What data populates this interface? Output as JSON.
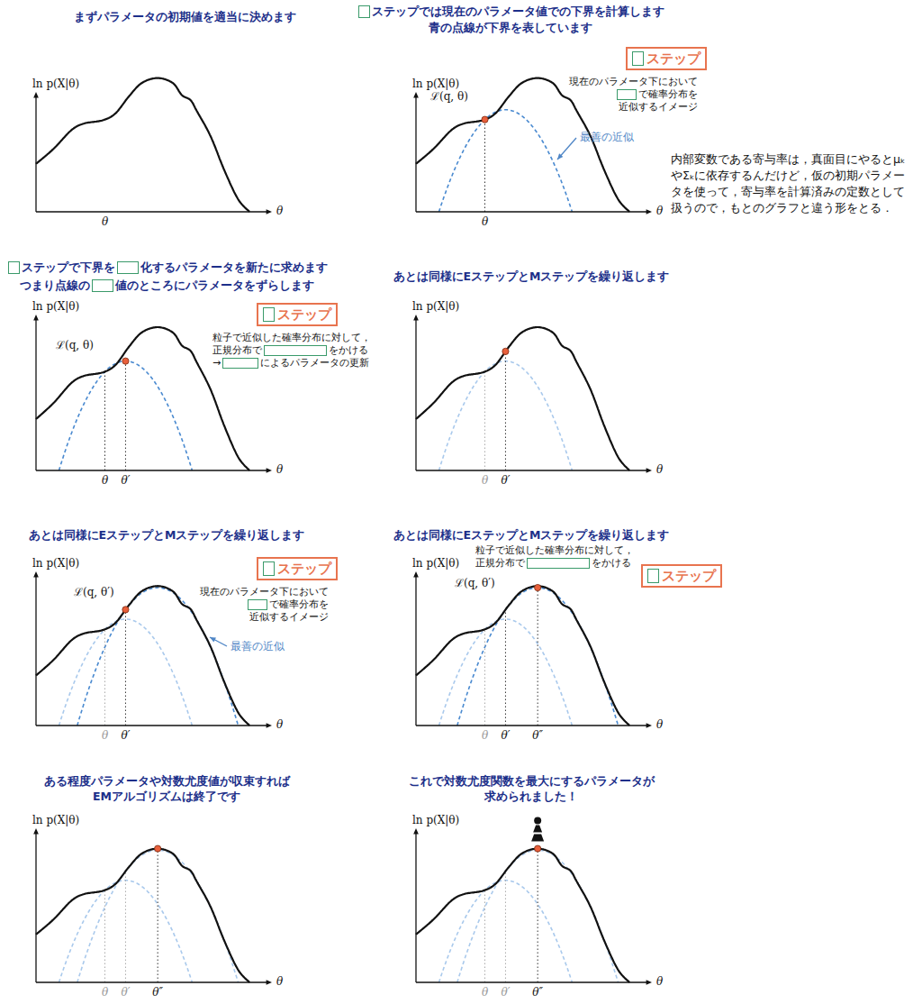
{
  "diagram": {
    "nodes": [
      {
        "text": [
          "ステップ"
        ]
      },
      {
        "text": [
          "ステップ"
        ]
      },
      {
        "text": [
          "ステップ"
        ]
      },
      {
        "text": [
          "ステップ"
        ]
      }
    ],
    "labels": [
      "まずパラメータの初期値を適当に決めます",
      "ln p(X|θ)",
      "θ",
      "θ",
      "ステップでは現在のパラメータ値での下界を計算します",
      "青の点線が下界を表しています",
      "現在のパラメータ下において",
      "で確率分布を",
      "近似するイメージ",
      "ln p(X|θ)",
      "ℒ(q, θ)",
      "最善の近似",
      "θ",
      "θ",
      "内部変数である寄与率は，真面目にやるとμₖやΣₖに依存するんだけど，仮の初期パラメータを使って，寄与率を計算済みの定数として扱うので，もとのグラフと違う形をとる．",
      "ステップで下界を",
      "化するパラメータを新たに求めます",
      "つまり点線の",
      "値のところにパラメータをずらします",
      "粒子で近似した確率分布に対して，",
      "正規分布で",
      "をかける",
      "→",
      "によるパラメータの更新",
      "ln p(X|θ)",
      "ℒ(q, θ)",
      "θ",
      "θ′",
      "θ",
      "あとは同様にEステップとMステップを繰り返します",
      "ln p(X|θ)",
      "θ",
      "θ′",
      "θ",
      "あとは同様にEステップとMステップを繰り返します",
      "現在のパラメータ下において",
      "で確率分布を",
      "近似するイメージ",
      "ln p(X|θ)",
      "ℒ(q, θ′)",
      "最善の近似",
      "θ",
      "θ′",
      "θ",
      "あとは同様にEステップとMステップを繰り返します",
      "粒子で近似した確率分布に対して，",
      "正規分布で",
      "をかける",
      "ln p(X|θ)",
      "ℒ(q, θ′)",
      "θ",
      "θ′",
      "θ″",
      "θ",
      "ある程度パラメータや対数尤度値が収束すれば EMアルゴリズムは終了です",
      "ln p(X|θ)",
      "θ",
      "θ′",
      "θ″",
      "θ",
      "これで対数尤度関数を最大にするパラメータが 求められました！",
      "ln p(X|θ)",
      "θ",
      "θ′",
      "θ″",
      "θ"
    ]
  }
}
